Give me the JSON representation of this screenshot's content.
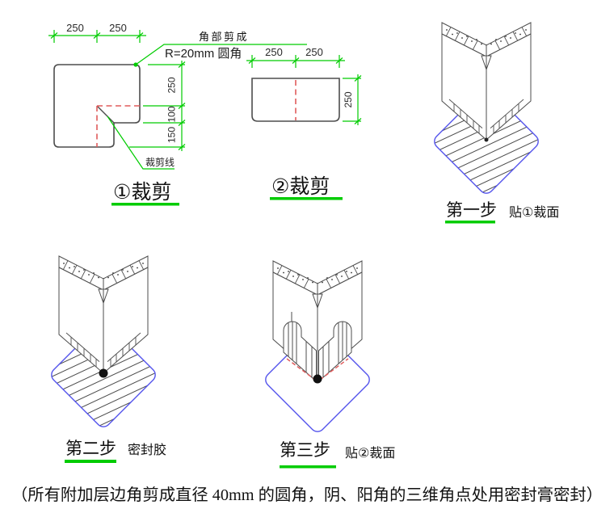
{
  "cut1": {
    "title": "①裁剪",
    "top_dims": [
      "250",
      "250"
    ],
    "right_dims": [
      "250",
      "100",
      "150"
    ],
    "corner_note_line1": "角部剪成",
    "corner_note_line2": "R=20mm 圆角",
    "cut_line_label": "裁剪线"
  },
  "cut2": {
    "title": "②裁剪",
    "top_dims": [
      "250",
      "250"
    ],
    "right_dim": "250"
  },
  "steps": [
    {
      "title": "第一步",
      "caption": "贴①裁面"
    },
    {
      "title": "第二步",
      "caption": "密封胶"
    },
    {
      "title": "第三步",
      "caption": "贴②裁面"
    }
  ],
  "footnote": "（所有附加层边角剪成直径 40mm 的圆角，阴、阳角的三维角点处用密封膏密封）",
  "colors": {
    "dimension_green": "#00cc00",
    "cut_line_red": "#e05c5c",
    "membrane_blue": "#5454ec",
    "drawing_line": "#4d4d4d"
  }
}
